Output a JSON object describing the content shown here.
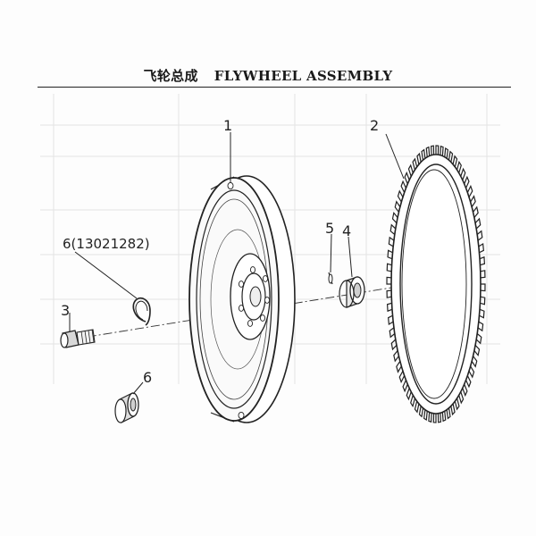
{
  "header": {
    "title_cn": "飞轮总成",
    "title_en": "FLYWHEEL ASSEMBLY"
  },
  "callouts": {
    "c1": "1",
    "c2": "2",
    "c3": "3",
    "c4": "4",
    "c5": "5",
    "c6a": "6(13021282)",
    "c6b": "6"
  },
  "colors": {
    "line": "#222222",
    "faint": "#e6e6e6"
  }
}
